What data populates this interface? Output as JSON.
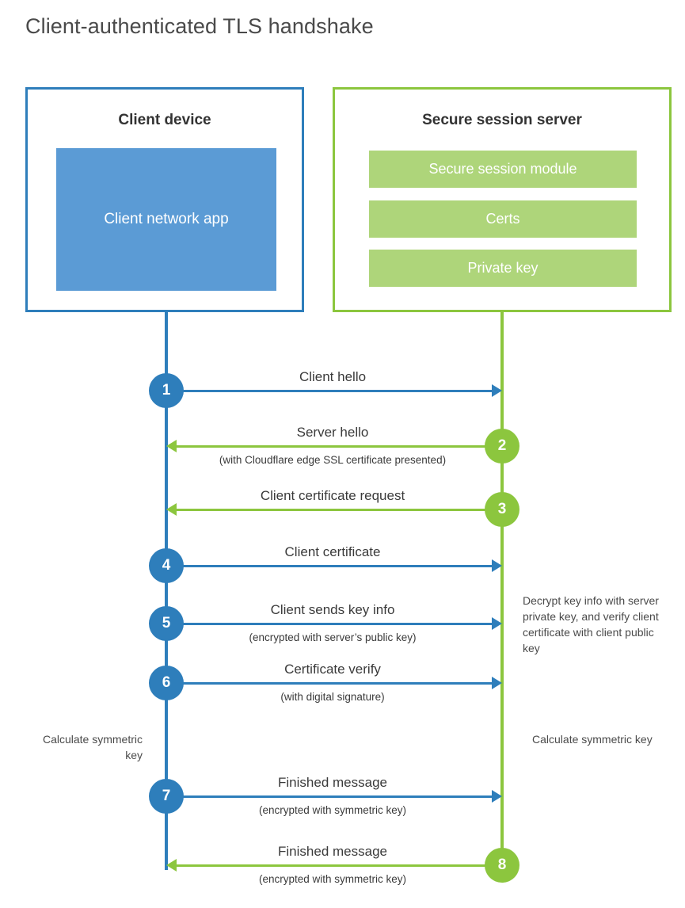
{
  "title": "Client-authenticated TLS handshake",
  "actors": {
    "client": {
      "title": "Client device",
      "app_label": "Client network app",
      "border_color": "#2e7ebb",
      "app_fill": "#5b9bd5"
    },
    "server": {
      "title": "Secure session server",
      "border_color": "#8cc63e",
      "bar_fill": "#aed57a",
      "components": [
        {
          "label": "Secure session module"
        },
        {
          "label": "Certs"
        },
        {
          "label": "Private key"
        }
      ]
    }
  },
  "messages": [
    {
      "step": "1",
      "label": "Client hello",
      "sub": "",
      "direction": "client-to-server",
      "color": "#2e7ebb"
    },
    {
      "step": "2",
      "label": "Server hello",
      "sub": "(with Cloudflare edge SSL certificate presented)",
      "direction": "server-to-client",
      "color": "#8cc63e"
    },
    {
      "step": "3",
      "label": "Client certificate request",
      "sub": "",
      "direction": "server-to-client",
      "color": "#8cc63e"
    },
    {
      "step": "4",
      "label": "Client certificate",
      "sub": "",
      "direction": "client-to-server",
      "color": "#2e7ebb"
    },
    {
      "step": "5",
      "label": "Client sends key info",
      "sub": "(encrypted with server’s public key)",
      "direction": "client-to-server",
      "color": "#2e7ebb"
    },
    {
      "step": "6",
      "label": "Certificate verify",
      "sub": "(with digital signature)",
      "direction": "client-to-server",
      "color": "#2e7ebb"
    },
    {
      "step": "7",
      "label": "Finished message",
      "sub": "(encrypted with symmetric key)",
      "direction": "client-to-server",
      "color": "#2e7ebb"
    },
    {
      "step": "8",
      "label": "Finished message",
      "sub": "(encrypted with symmetric key)",
      "direction": "server-to-client",
      "color": "#8cc63e"
    }
  ],
  "notes": {
    "server_decrypt": "Decrypt key info with server private key, and verify client certificate with client public key",
    "client_calc": "Calculate symmetric key",
    "server_calc": "Calculate symmetric key"
  }
}
